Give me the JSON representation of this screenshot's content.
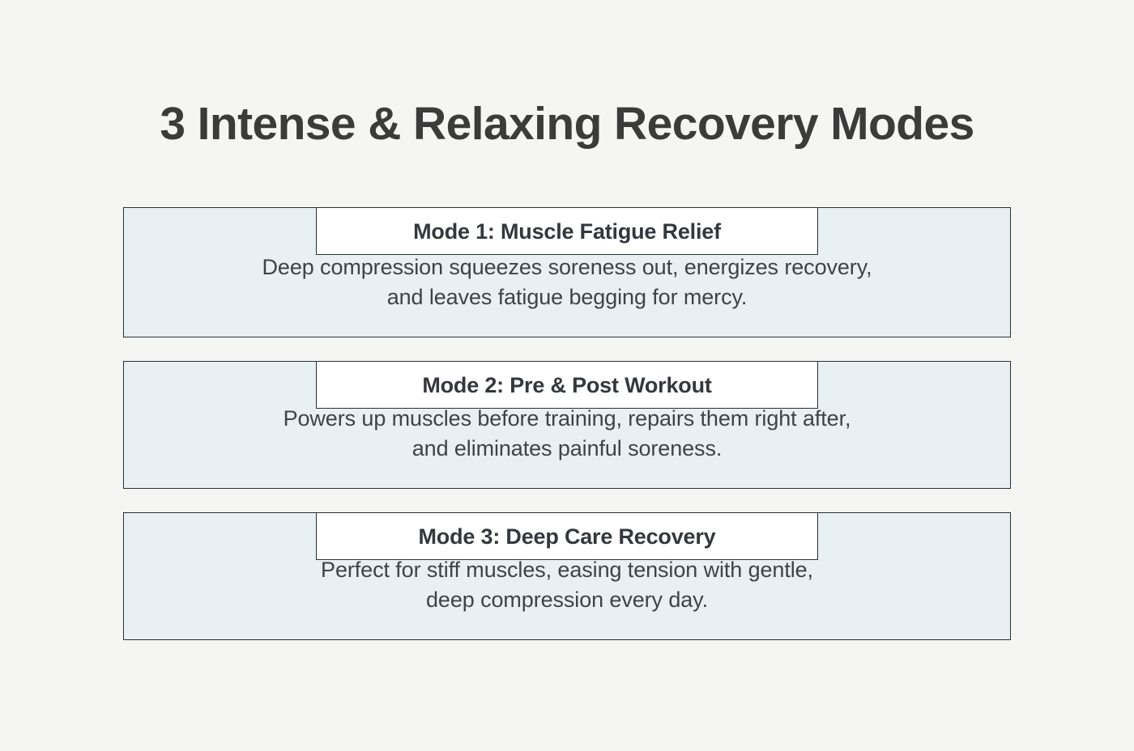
{
  "page": {
    "title": "3 Intense & Relaxing Recovery Modes",
    "background_color": "#f5f5f4",
    "title_color": "#3b3b3b",
    "card_fill_color": "#e8f0f3",
    "card_border_color": "#2b3034",
    "header_fill_color": "#ffffff",
    "body_text_color": "#3e4348"
  },
  "modes": [
    {
      "header": "Mode 1: Muscle Fatigue Relief",
      "body_lines": [
        "Deep compression squeezes soreness out, energizes recovery,",
        "and leaves fatigue begging for mercy."
      ]
    },
    {
      "header": "Mode 2: Pre & Post Workout",
      "body_lines": [
        "Powers up muscles before training, repairs them right after,",
        "and eliminates painful soreness."
      ]
    },
    {
      "header": "Mode 3: Deep Care Recovery",
      "body_lines": [
        "Perfect for stiff muscles, easing tension with gentle,",
        "deep compression every day."
      ]
    }
  ]
}
